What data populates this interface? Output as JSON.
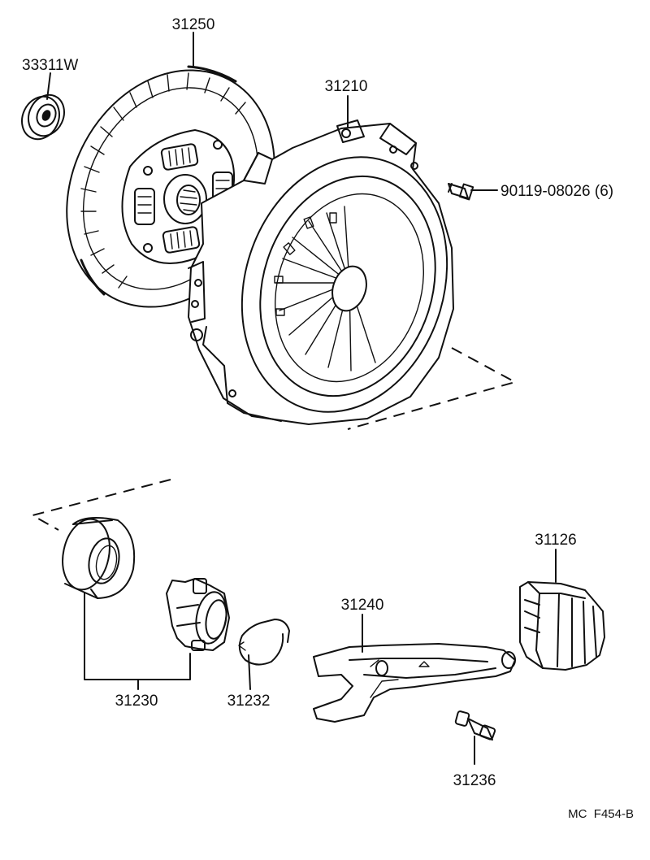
{
  "parts": {
    "clutch_disc": "31250",
    "pilot_bearing": "33311W",
    "clutch_cover": "31210",
    "cover_bolt": "90119-08026 (6)",
    "release_bearing_assy": "31230",
    "release_hub_clip": "31232",
    "release_fork": "31240",
    "fork_boot": "31126",
    "fork_pivot_stud": "31236"
  },
  "figure_code": "MC  F454-B",
  "colors": {
    "ink": "#111111",
    "paper": "#ffffff"
  }
}
